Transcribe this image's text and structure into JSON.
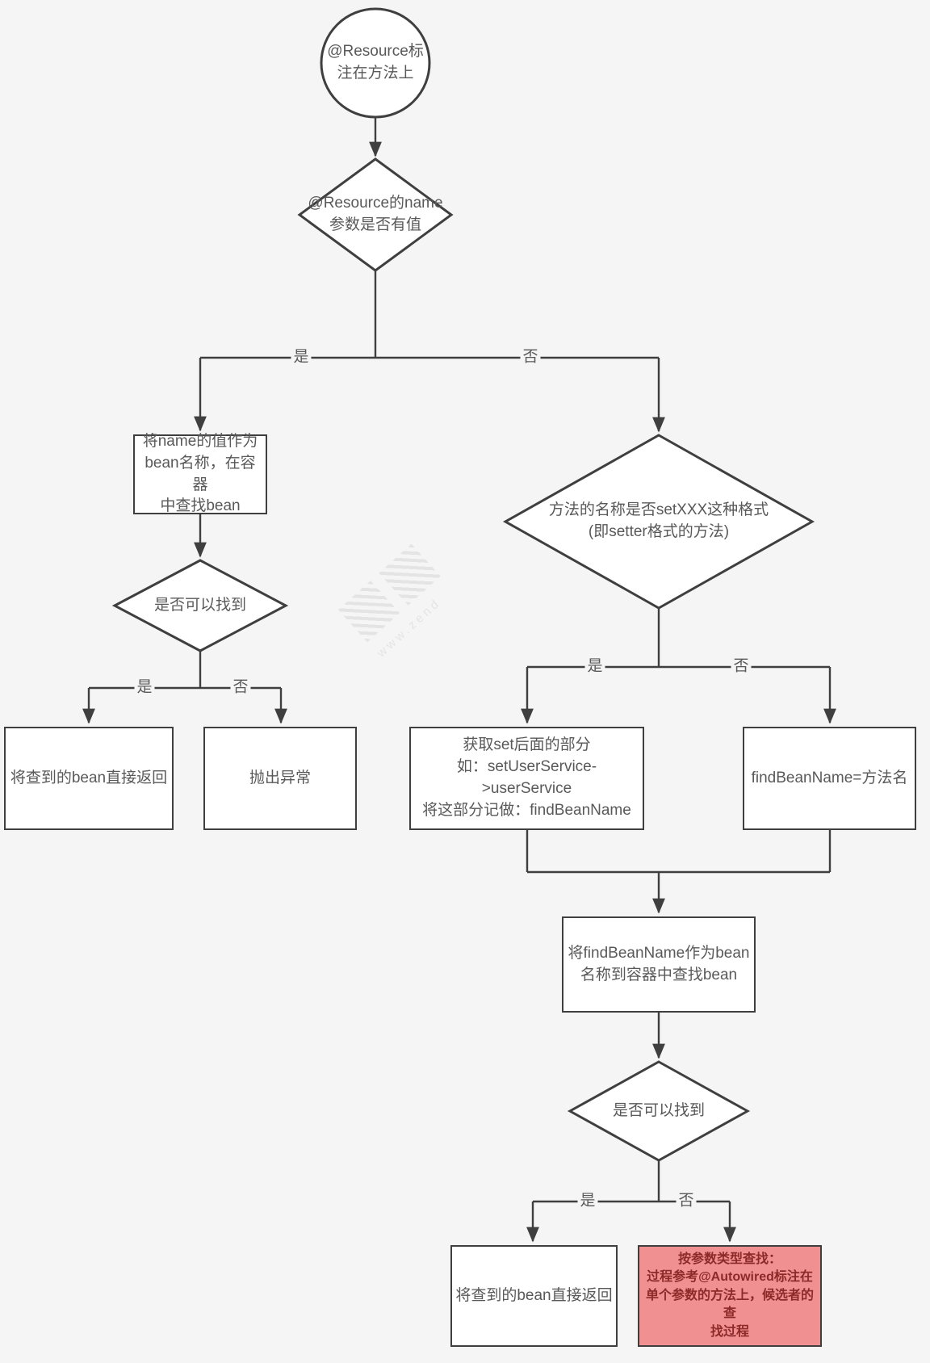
{
  "colors": {
    "page_bg": "#f5f5f6",
    "line": "#3f3f3f",
    "text": "#595959",
    "highlight_fill": "#f19090",
    "highlight_text": "#8c2a2a"
  },
  "edge_labels": {
    "yes": "是",
    "no": "否"
  },
  "nodes": {
    "start": {
      "label": "@Resource标\n注在方法上"
    },
    "decision_name_has_value": {
      "label": "@Resource的name\n参数是否有值"
    },
    "process_name_lookup": {
      "label": "将name的值作为\nbean名称，在容器\n中查找bean"
    },
    "decision_found_left": {
      "label": "是否可以找到"
    },
    "process_return_bean_left": {
      "label": "将查到的bean直接返回"
    },
    "process_throw_exception": {
      "label": "抛出异常"
    },
    "decision_setter_format": {
      "label": "方法的名称是否setXXX这种格式\n(即setter格式的方法)"
    },
    "process_extract_set_suffix": {
      "label": "获取set后面的部分\n如：setUserService->userService\n将这部分记做：findBeanName"
    },
    "process_method_name": {
      "label": "findBeanName=方法名"
    },
    "process_find_by_name": {
      "label": "将findBeanName作为bean\n名称到容器中查找bean"
    },
    "decision_found_right": {
      "label": "是否可以找到"
    },
    "process_return_bean_right": {
      "label": "将查到的bean直接返回"
    },
    "process_find_by_type": {
      "label": "按参数类型查找：\n过程参考@Autowired标注在\n单个参数的方法上，候选者的查\n找过程"
    }
  },
  "watermark": {
    "url": "www.zend"
  }
}
